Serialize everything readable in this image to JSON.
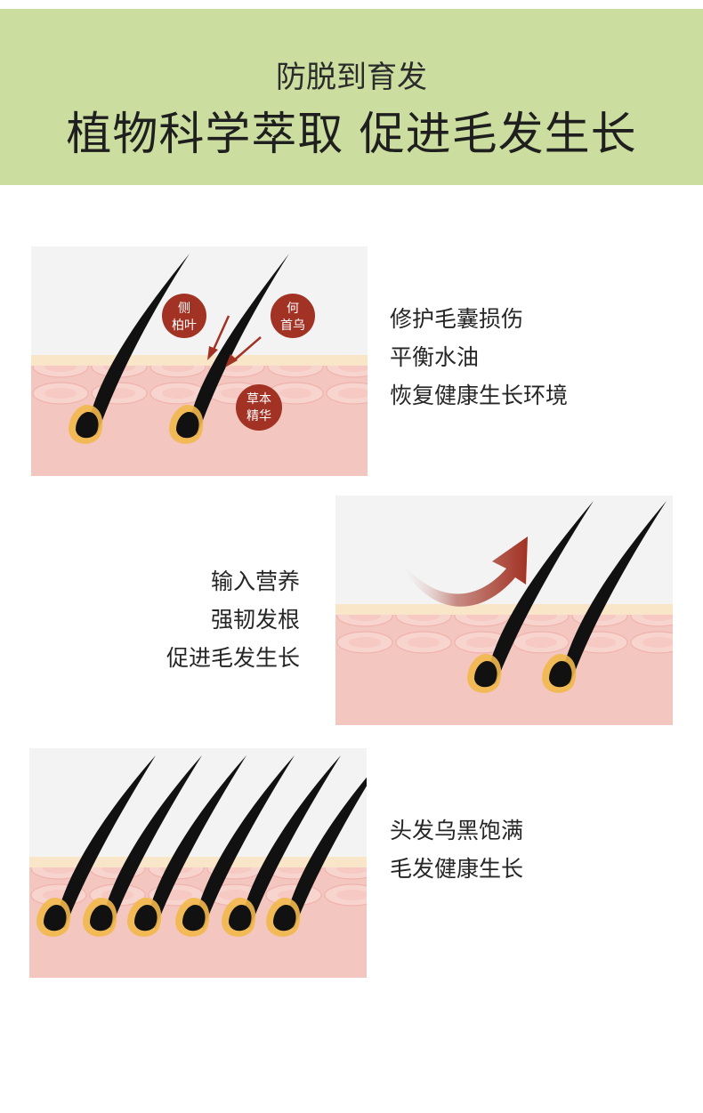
{
  "banner": {
    "subtitle": "防脱到育发",
    "title": "植物科学萃取  促进毛发生长",
    "background": "#cbdd9f"
  },
  "section1": {
    "badges": [
      {
        "line1": "侧",
        "line2": "柏叶"
      },
      {
        "line1": "何",
        "line2": "首乌"
      },
      {
        "line1": "草本",
        "line2": "精华"
      }
    ],
    "lines": [
      "修护毛囊损伤",
      "平衡水油",
      "恢复健康生长环境"
    ]
  },
  "section2": {
    "lines": [
      "输入营养",
      "强韧发根",
      "促进毛发生长"
    ]
  },
  "section3": {
    "lines": [
      "头发乌黑饱满",
      "毛发健康生长"
    ]
  },
  "colors": {
    "badge": "#a23224",
    "arrow": "#a23224",
    "skin": "#f4c6c0",
    "skin_top": "#f9e6c9",
    "panel_bg": "#f3f3f3",
    "hair": "#111111",
    "bulb": "#f2b84b"
  }
}
